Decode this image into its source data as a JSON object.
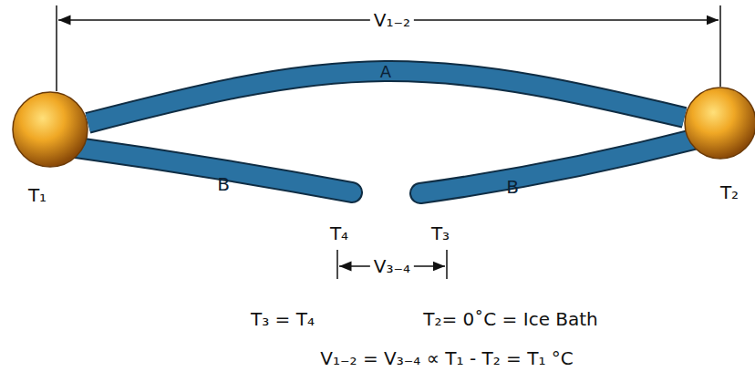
{
  "diagram": {
    "nodes": [
      {
        "text": [
          "T₁"
        ]
      },
      {
        "text": [
          "T₂"
        ]
      }
    ],
    "edges": [
      {
        "from": 0,
        "to": 1,
        "arrow": "none",
        "label": "A"
      }
    ],
    "labels": [
      "V₁₋₂",
      "B",
      "B",
      "T₄",
      "T₃",
      "V₃₋₄",
      "T₃ = T₄",
      "T₂= 0˚C = Ice Bath",
      "V₁₋₂ = V₃₋₄ ∝ T₁ - T₂ = T₁ °C"
    ]
  }
}
